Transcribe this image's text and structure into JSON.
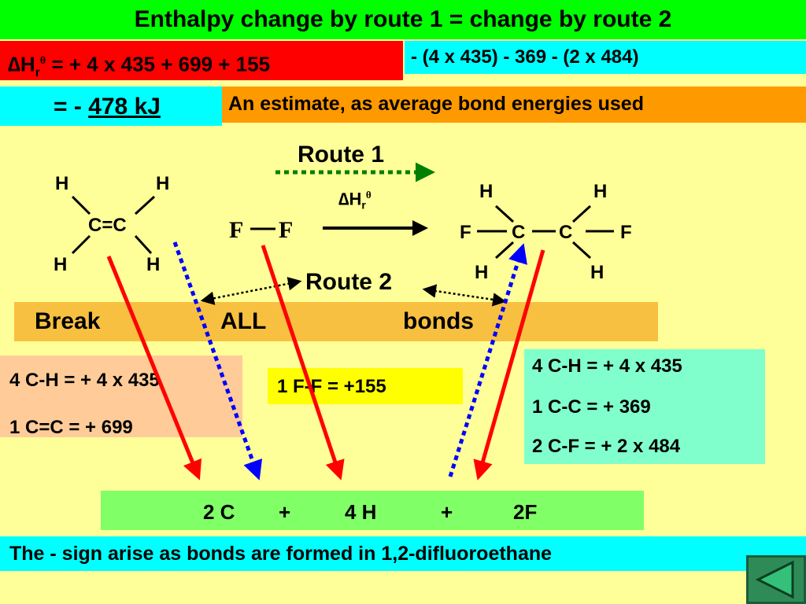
{
  "title": "Enthalpy change by route 1 = change by route 2",
  "equation": {
    "delta": "∆H",
    "sub": "r",
    "sup": "θ",
    "part1": " = + 4 x 435 + 699 + 155",
    "part2": "- (4 x 435) - 369 - (2 x 484)",
    "result_prefix": "= - ",
    "result_value": "478 kJ"
  },
  "estimate_note": "An estimate, as average bond energies used",
  "routes": {
    "route1": "Route 1",
    "route2": "Route 2",
    "delta": "∆H",
    "sub": "r",
    "sup": "θ"
  },
  "ethene": {
    "h1": "H",
    "h2": "H",
    "h3": "H",
    "h4": "H",
    "cc": "C=C"
  },
  "fluorine": {
    "f1": "F",
    "f2": "F"
  },
  "product": {
    "h1": "H",
    "h2": "H",
    "h3": "H",
    "h4": "H",
    "f1": "F",
    "f2": "F",
    "c1": "C",
    "c2": "C"
  },
  "break_bar": {
    "w1": "Break",
    "w2": "ALL",
    "w3": "bonds"
  },
  "break_left": {
    "line1": "4 C-H = + 4 x 435",
    "line2": "1 C=C = + 699"
  },
  "break_mid": {
    "line1": "1 F-F   = +155"
  },
  "form_right": {
    "line1": "4 C-H = + 4 x 435",
    "line2": "1 C-C = + 369",
    "line3": "2 C-F = + 2 x 484"
  },
  "atoms": {
    "a1": "2 C",
    "p1": "+",
    "a2": "4 H",
    "p2": "+",
    "a3": "2F"
  },
  "footer": "The - sign arise as bonds are formed in 1,2-difluoroethane",
  "colors": {
    "route1_arrow": "#008000",
    "break_arrows": "#ff0000",
    "form_arrows": "#0000ff"
  },
  "nav_icon": "back-arrow-icon"
}
